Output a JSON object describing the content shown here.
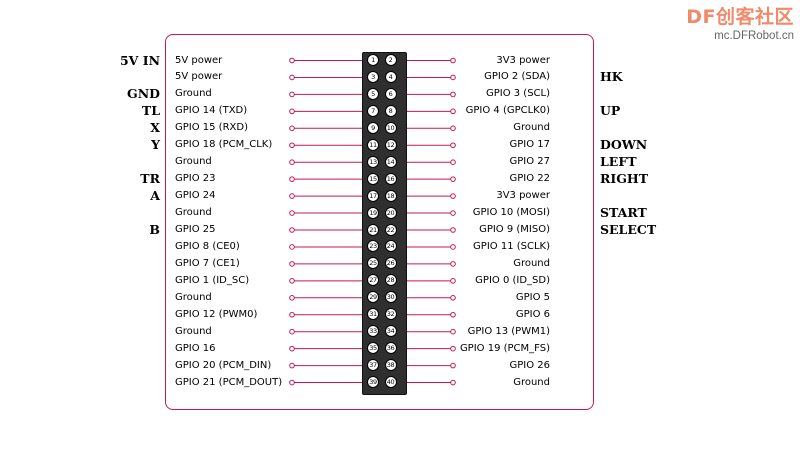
{
  "logo": {
    "brand": "DF创客社区",
    "site": "mc.DFRobot.cn"
  },
  "colors": {
    "accent": "#c2185b",
    "header": "#2f2f2f"
  },
  "pins": [
    {
      "n": "1",
      "label": "5V power"
    },
    {
      "n": "2",
      "label": "3V3 power"
    },
    {
      "n": "3",
      "label": "5V power"
    },
    {
      "n": "4",
      "label": "GPIO 2 (SDA)"
    },
    {
      "n": "5",
      "label": "Ground"
    },
    {
      "n": "6",
      "label": "GPIO 3 (SCL)"
    },
    {
      "n": "7",
      "label": "GPIO 14 (TXD)"
    },
    {
      "n": "8",
      "label": "GPIO 4 (GPCLK0)"
    },
    {
      "n": "9",
      "label": "GPIO 15 (RXD)"
    },
    {
      "n": "10",
      "label": "Ground"
    },
    {
      "n": "11",
      "label": "GPIO 18 (PCM_CLK)"
    },
    {
      "n": "12",
      "label": "GPIO 17"
    },
    {
      "n": "13",
      "label": "Ground"
    },
    {
      "n": "14",
      "label": "GPIO 27"
    },
    {
      "n": "15",
      "label": "GPIO 23"
    },
    {
      "n": "16",
      "label": "GPIO 22"
    },
    {
      "n": "17",
      "label": "GPIO 24"
    },
    {
      "n": "18",
      "label": "3V3 power"
    },
    {
      "n": "19",
      "label": "Ground"
    },
    {
      "n": "20",
      "label": "GPIO 10 (MOSI)"
    },
    {
      "n": "21",
      "label": "GPIO 25"
    },
    {
      "n": "22",
      "label": "GPIO 9 (MISO)"
    },
    {
      "n": "23",
      "label": "GPIO 8 (CE0)"
    },
    {
      "n": "24",
      "label": "GPIO 11 (SCLK)"
    },
    {
      "n": "25",
      "label": "GPIO 7 (CE1)"
    },
    {
      "n": "26",
      "label": "Ground"
    },
    {
      "n": "27",
      "label": "GPIO 1 (ID_SC)"
    },
    {
      "n": "28",
      "label": "GPIO 0 (ID_SD)"
    },
    {
      "n": "29",
      "label": "Ground"
    },
    {
      "n": "30",
      "label": "GPIO 5"
    },
    {
      "n": "31",
      "label": "GPIO 12 (PWM0)"
    },
    {
      "n": "32",
      "label": "GPIO 6"
    },
    {
      "n": "33",
      "label": "Ground"
    },
    {
      "n": "34",
      "label": "GPIO 13 (PWM1)"
    },
    {
      "n": "35",
      "label": "GPIO 16"
    },
    {
      "n": "36",
      "label": "GPIO 19 (PCM_FS)"
    },
    {
      "n": "37",
      "label": "GPIO 20 (PCM_DIN)"
    },
    {
      "n": "38",
      "label": "GPIO 26"
    },
    {
      "n": "39",
      "label": "GPIO 21 (PCM_DOUT)"
    },
    {
      "n": "40",
      "label": "Ground"
    }
  ],
  "left_mappings": [
    {
      "text": "5V IN",
      "row": 0
    },
    {
      "text": "GND",
      "row": 2
    },
    {
      "text": "TL",
      "row": 3
    },
    {
      "text": "X",
      "row": 4
    },
    {
      "text": "Y",
      "row": 5
    },
    {
      "text": "TR",
      "row": 7
    },
    {
      "text": "A",
      "row": 8
    },
    {
      "text": "B",
      "row": 10
    }
  ],
  "right_mappings": [
    {
      "text": "HK",
      "row": 1
    },
    {
      "text": "UP",
      "row": 3
    },
    {
      "text": "DOWN",
      "row": 5
    },
    {
      "text": "LEFT",
      "row": 6
    },
    {
      "text": "RIGHT",
      "row": 7
    },
    {
      "text": "START",
      "row": 9
    },
    {
      "text": "SELECT",
      "row": 10
    }
  ]
}
